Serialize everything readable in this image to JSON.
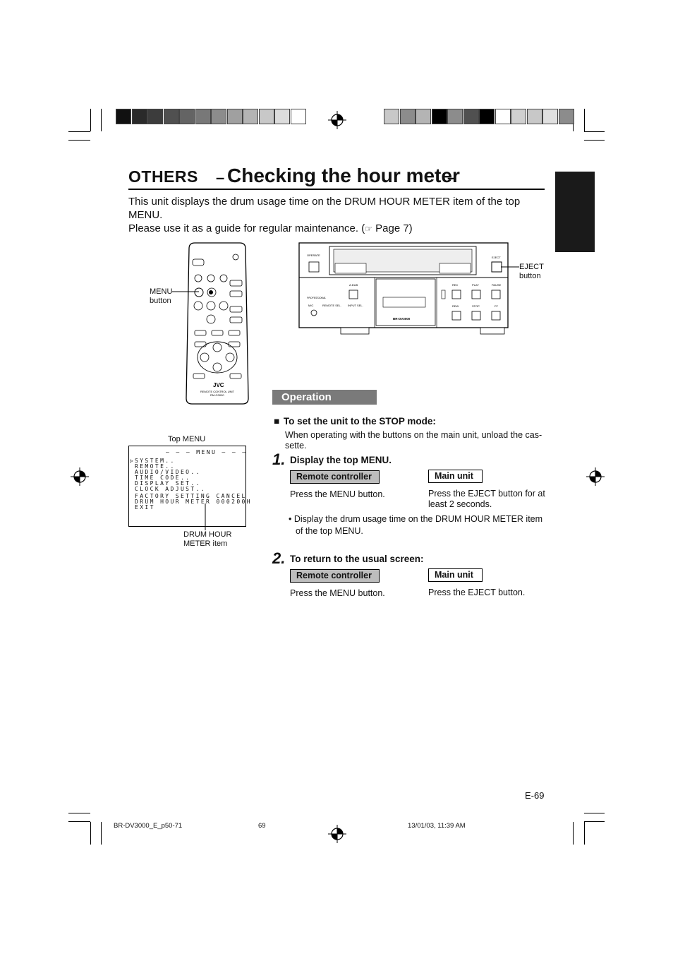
{
  "header": {
    "section": "OTHERS",
    "dash_left": "–",
    "title": "Checking the hour meter",
    "dash_right": "–"
  },
  "intro": {
    "line1": "This unit displays the drum usage time on the DRUM HOUR METER item of the top MENU.",
    "line2_before": "Please use it as a guide for regular maintenance. (",
    "line2_ref": "☞",
    "line2_after": " Page 7)"
  },
  "figures": {
    "remote_menu_label_1": "MENU",
    "remote_menu_label_2": "button",
    "remote_brand": "JVC",
    "remote_caption": "REMOTE CONTROL UNIT",
    "remote_model": "RM-G3000",
    "eject_label_1": "EJECT",
    "eject_label_2": "button",
    "deck_model": "BR-DV3000",
    "deck_operate": "OPERATE",
    "deck_eject": "EJECT",
    "deck_adub": "A.DUB",
    "deck_rec": "REC",
    "deck_play": "PLAY",
    "deck_pause": "PAUSE",
    "deck_rew": "REW",
    "deck_stop": "STOP",
    "deck_ff": "FF",
    "deck_mic": "MIC",
    "deck_remote_sel": "REMOTE SEL.",
    "deck_input_sel": "INPUT SEL.",
    "deck_professional": "PROFESSIONAL",
    "top_menu_caption": "Top MENU",
    "drum_caption_1": "DRUM HOUR",
    "drum_caption_2": "METER item"
  },
  "top_menu": {
    "title": "– – – MENU – – –",
    "cursor": "▷",
    "items": [
      "SYSTEM..",
      "REMOTE..",
      "AUDIO/VIDEO..",
      "TIME CODE..",
      "DISPLAY SET..",
      "CLOCK ADJUST..",
      "FACTORY SETTING CANCEL",
      "DRUM HOUR METER 000200H",
      "EXIT"
    ]
  },
  "operation": {
    "bar_label": "Operation",
    "stop_mode_bullet": "■",
    "stop_mode_heading": "To set the unit to the STOP mode:",
    "stop_mode_text_1": "When operating with the buttons on the main unit, unload the cas-",
    "stop_mode_text_2": "sette.",
    "step1_num": "1.",
    "step1_heading": "Display the top MENU.",
    "step1_remote_label": "Remote controller",
    "step1_remote_text": "Press the MENU button.",
    "step1_main_label": "Main unit",
    "step1_main_text_1": "Press the EJECT button for at",
    "step1_main_text_2": "least 2 seconds.",
    "step1_note_1": "• Display the drum usage time on the DRUM HOUR METER item",
    "step1_note_2": "of the top MENU.",
    "step2_num": "2.",
    "step2_heading": "To return to the usual screen:",
    "step2_remote_label": "Remote controller",
    "step2_remote_text": "Press the MENU button.",
    "step2_main_label": "Main unit",
    "step2_main_text": "Press the EJECT button."
  },
  "page_number": "E-69",
  "footer": {
    "file": "BR-DV3000_E_p50-71",
    "page": "69",
    "timestamp": "13/01/03, 11:39 AM"
  },
  "colors": {
    "operation_bar": "#7a7a7a",
    "box_gray": "#bdbdbd",
    "side_tab": "#1a1a1a"
  },
  "calibration_bars": {
    "left": [
      "#111111",
      "#2a2a2a",
      "#3c3c3c",
      "#505050",
      "#646464",
      "#787878",
      "#8c8c8c",
      "#a0a0a0",
      "#b4b4b4",
      "#c8c8c8",
      "#dcdcdc",
      "#ffffff"
    ],
    "right": [
      "#c8c8c8",
      "#8c8c8c",
      "#b4b4b4",
      "#000000",
      "#8c8c8c",
      "#505050",
      "#000000",
      "#ffffff",
      "#d0d0d0",
      "#c8c8c8",
      "#e0e0e0",
      "#8c8c8c"
    ]
  }
}
